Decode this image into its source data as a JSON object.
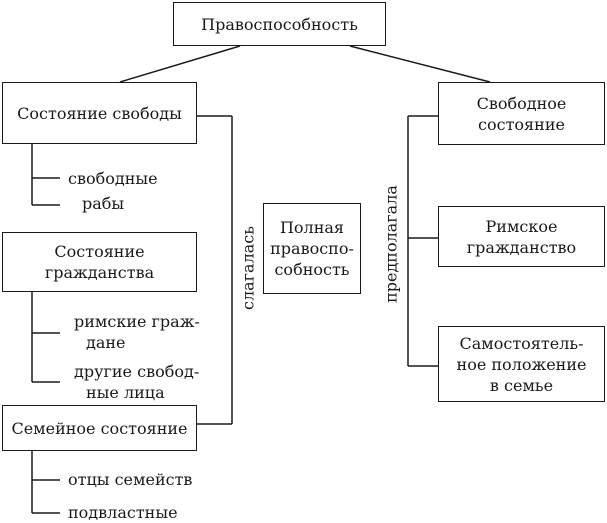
{
  "diagram": {
    "root": "Правоспособность",
    "left": {
      "freedom": {
        "title": "Состояние свободы",
        "items": [
          "свободные",
          "рабы"
        ]
      },
      "citizenship": {
        "title": "Состояние\nгражданства",
        "items": [
          "римские граж-",
          "дане",
          "другие свобод-",
          "ные лица"
        ]
      },
      "family": {
        "title": "Семейное состояние",
        "items": [
          "отцы семейств",
          "подвластные"
        ]
      },
      "connector_label": "слагалась"
    },
    "center": {
      "full_capacity": "Полная\nправоспо-\nсобность"
    },
    "right": {
      "connector_label": "предполагала",
      "free_status": "Свободное\nсостояние",
      "roman_citizenship": "Римское\nгражданство",
      "family_independence": "Самостоятель-\nное положение\nв семье"
    }
  },
  "colors": {
    "line": "#1a1a1a",
    "background": "#ffffff"
  }
}
